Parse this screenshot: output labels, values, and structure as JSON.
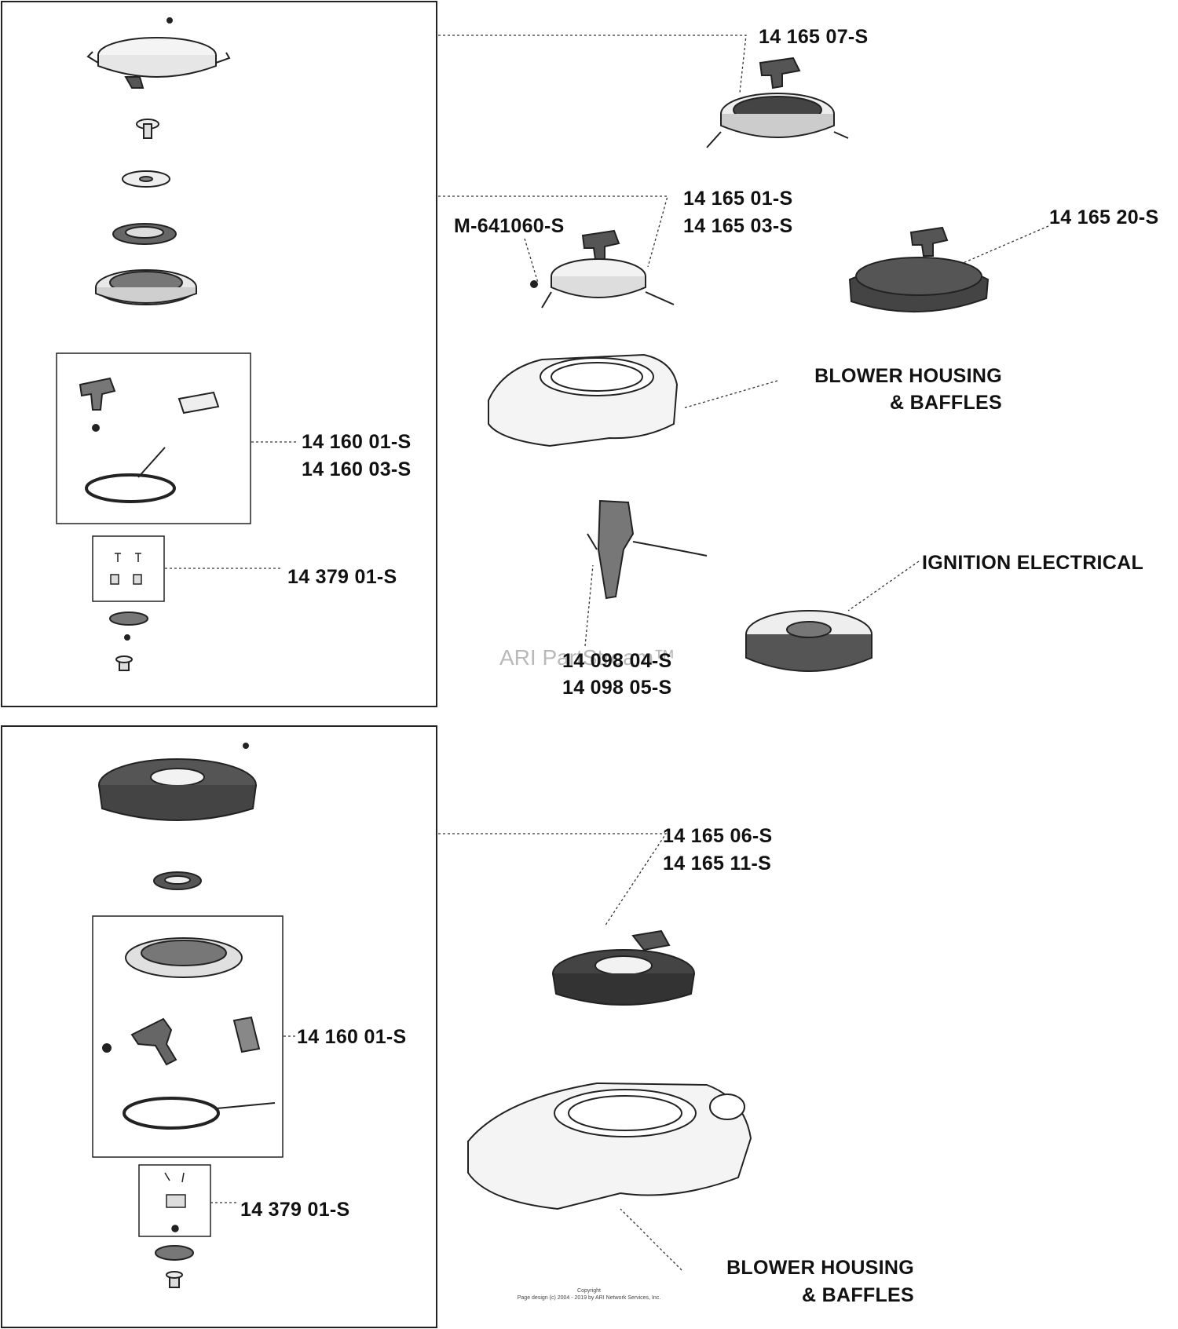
{
  "labels": {
    "p1416507": "14 165 07-S",
    "p1416501": "14 165 01-S",
    "p1416503": "14 165 03-S",
    "m641060": "M-641060-S",
    "p1416520": "14 165 20-S",
    "blower1_line1": "BLOWER HOUSING",
    "blower1_line2": "& BAFFLES",
    "p1416001_top": "14 160 01-S",
    "p1416003": "14 160 03-S",
    "p1437901_top": "14 379 01-S",
    "ignition": "IGNITION ELECTRICAL",
    "p1409804": "14 098 04-S",
    "p1409805": "14 098 05-S",
    "p1416506": "14 165 06-S",
    "p1416511": "14 165 11-S",
    "p1416001_bottom": "14 160 01-S",
    "p1437901_bottom": "14 379 01-S",
    "blower2_line1": "BLOWER HOUSING",
    "blower2_line2": "& BAFFLES"
  },
  "watermark": "ARI PartStream™",
  "copyright": {
    "line1": "Copyright",
    "line2": "Page design (c) 2004 - 2019 by ARI Network Services, Inc."
  }
}
